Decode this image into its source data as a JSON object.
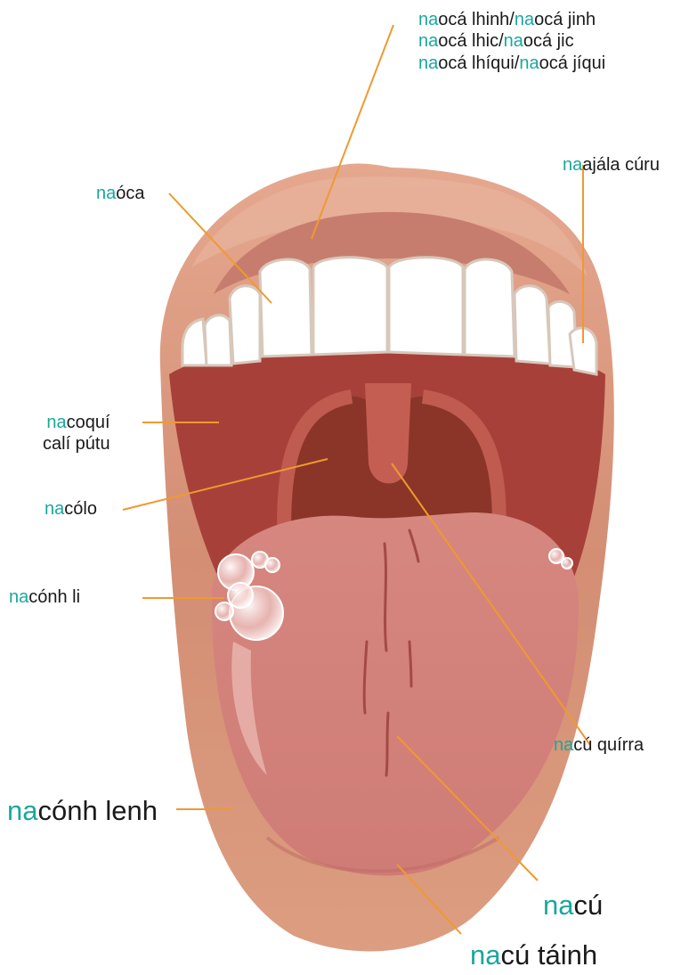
{
  "labels": {
    "palate": {
      "lines": [
        [
          {
            "prefix": "na",
            "word": "ocá lhinh/"
          },
          {
            "prefix": "na",
            "word": "ocá jinh"
          }
        ],
        [
          {
            "prefix": "na",
            "word": "ocá lhic/"
          },
          {
            "prefix": "na",
            "word": "ocá jic"
          }
        ],
        [
          {
            "prefix": "na",
            "word": "ocá lhíqui/"
          },
          {
            "prefix": "na",
            "word": "ocá jíqui"
          }
        ]
      ]
    },
    "teeth": {
      "prefix": "na",
      "word": "óca"
    },
    "gums": {
      "prefix": "na",
      "word": "ajála cúru"
    },
    "cheek": {
      "prefix": "na",
      "word": "coquí",
      "word2": "calí pútu"
    },
    "throat": {
      "prefix": "na",
      "word": "cólo"
    },
    "saliva": {
      "prefix": "na",
      "word": "cónh li"
    },
    "uvula": {
      "prefix": "na",
      "word": "cú quírra"
    },
    "lip": {
      "prefix": "na",
      "word": "cónh lenh"
    },
    "tongue": {
      "prefix": "na",
      "word": "cú"
    },
    "tongue_tip": {
      "prefix": "na",
      "word": "cú táinh"
    }
  },
  "colors": {
    "accent_prefix": "#1aa79d",
    "leader_line": "#ee9a2f",
    "lip": "#d99a80",
    "mouth_interior": "#a8403a",
    "throat": "#8a3527",
    "tongue": "#d3807a",
    "teeth": "#ffffff"
  }
}
